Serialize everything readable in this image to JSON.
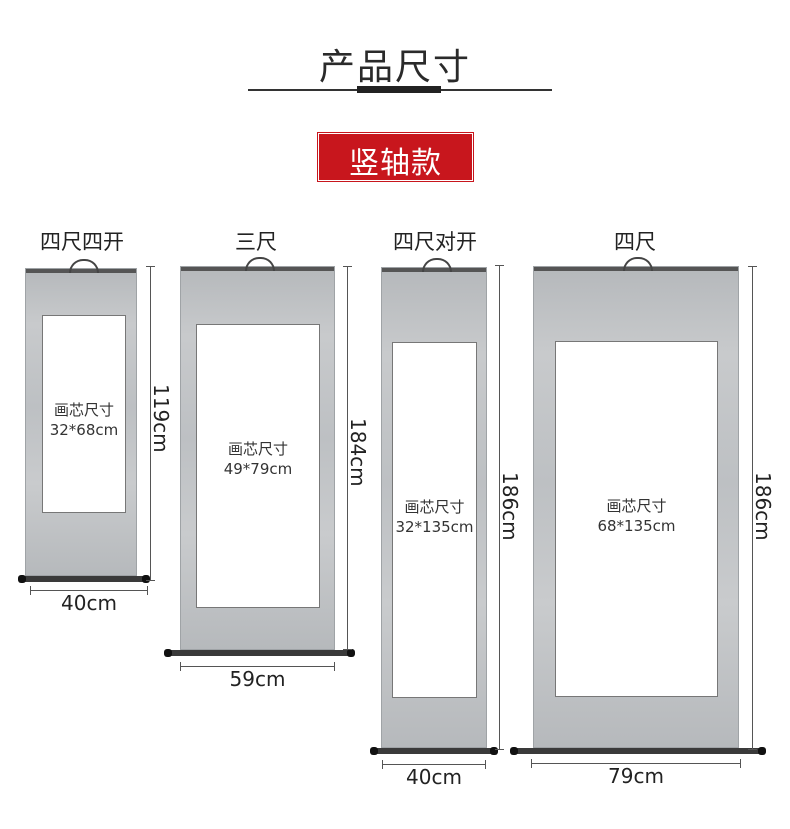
{
  "header": {
    "title": "产品尺寸",
    "badge": "竖轴款"
  },
  "products": [
    {
      "name": "四尺四开",
      "core_label": "画芯尺寸",
      "core_size": "32*68cm",
      "height": "119cm",
      "width": "40cm"
    },
    {
      "name": "三尺",
      "core_label": "画芯尺寸",
      "core_size": "49*79cm",
      "height": "184cm",
      "width": "59cm"
    },
    {
      "name": "四尺对开",
      "core_label": "画芯尺寸",
      "core_size": "32*135cm",
      "height": "186cm",
      "width": "40cm"
    },
    {
      "name": "四尺",
      "core_label": "画芯尺寸",
      "core_size": "68*135cm",
      "height": "186cm",
      "width": "79cm"
    }
  ],
  "colors": {
    "badge_bg": "#c8161d",
    "mount": "#c4c6c8",
    "frame": "#555555"
  }
}
